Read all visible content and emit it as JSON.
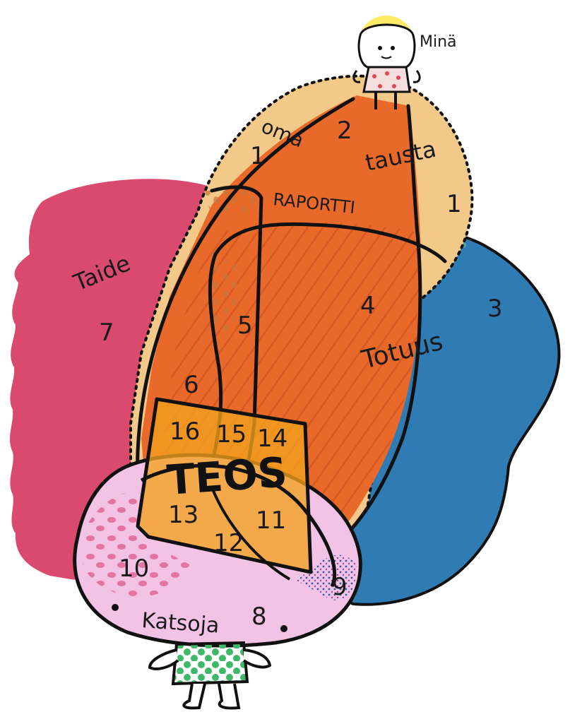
{
  "labels": {
    "mina": "Minä",
    "oma": "oma",
    "tausta": "tausta",
    "raportti": "RAPORTTI",
    "taide": "Taide",
    "totuus": "Totuus",
    "teos": "TEOS",
    "katsoja": "Katsoja"
  },
  "numbers": {
    "n1a": "1",
    "n1b": "1",
    "n2": "2",
    "n3": "3",
    "n4": "4",
    "n5": "5",
    "n6": "6",
    "n7": "7",
    "n8": "8",
    "n9": "9",
    "n10": "10",
    "n11": "11",
    "n12": "12",
    "n13": "13",
    "n14": "14",
    "n15": "15",
    "n16": "16"
  },
  "colors": {
    "taide": "#d94a6e",
    "totuus": "#2f7bb3",
    "oma_tausta": "#f3c98a",
    "raportti": "#e8692a",
    "teos": "#f2a21e",
    "katsoja": "#f3c3e6",
    "outline": "#111111"
  }
}
